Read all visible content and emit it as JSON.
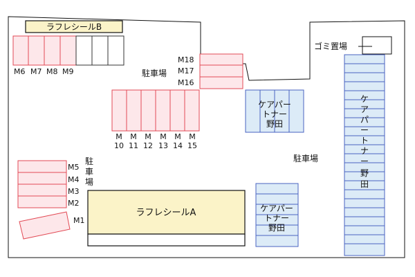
{
  "labels": {
    "building_b": "ラフレシールB",
    "building_a": "ラフレシールA",
    "garbage": "ゴミ置場",
    "parking_left": [
      "駐",
      "車",
      "場"
    ],
    "parking_center": "駐車場",
    "parking_top": "駐車場",
    "care_partner_small_1": [
      "ケアパー",
      "トナー",
      "野田"
    ],
    "care_partner_small_2": [
      "ケアパー",
      "トナー",
      "野田"
    ],
    "care_partner_tall": [
      "ケ",
      "ア",
      "パ",
      "ー",
      "ト",
      "ナ",
      "ー",
      "野",
      "田"
    ]
  },
  "spaces": {
    "row_top": [
      "M6",
      "M7",
      "M8",
      "M9"
    ],
    "row_m16_18": [
      "M18",
      "M17",
      "M16"
    ],
    "row_m10_15": [
      {
        "top": "M",
        "bottom": "10"
      },
      {
        "top": "M",
        "bottom": "11"
      },
      {
        "top": "M",
        "bottom": "12"
      },
      {
        "top": "M",
        "bottom": "13"
      },
      {
        "top": "M",
        "bottom": "14"
      },
      {
        "top": "M",
        "bottom": "15"
      }
    ],
    "row_m1_5": [
      "M5",
      "M4",
      "M3",
      "M2",
      "M1"
    ]
  },
  "colors": {
    "red_stroke": "#e24a55",
    "red_fill": "#fde7ea",
    "blue_stroke": "#4a63c2",
    "blue_fill": "#dcebf7",
    "yellow_fill": "#fbf3c8",
    "line": "#111111"
  }
}
